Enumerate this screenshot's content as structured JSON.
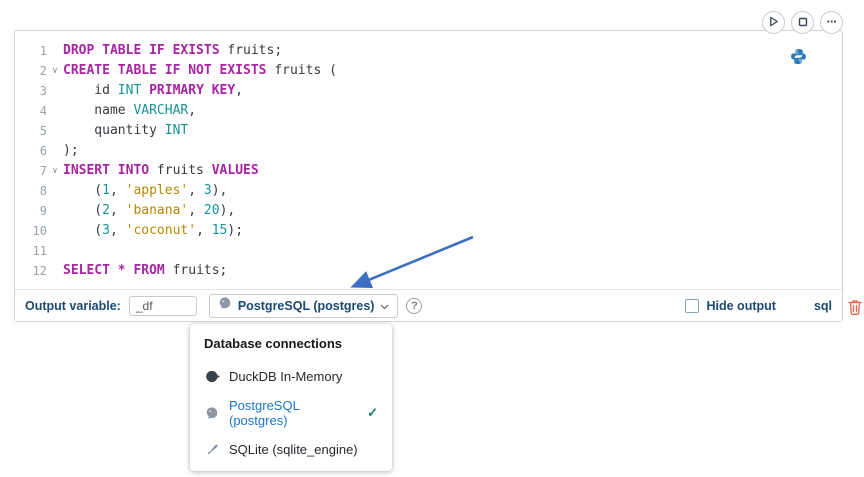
{
  "cell_toolbar": {
    "more_icon": "···"
  },
  "code": {
    "fold_icon": "∨",
    "lines": [
      {
        "no": 1,
        "fold": false,
        "segments": [
          {
            "c": "kw",
            "t": "DROP TABLE IF EXISTS"
          },
          {
            "c": "pl",
            "t": " fruits;"
          }
        ]
      },
      {
        "no": 2,
        "fold": true,
        "segments": [
          {
            "c": "kw",
            "t": "CREATE TABLE IF NOT EXISTS"
          },
          {
            "c": "pl",
            "t": " fruits ("
          }
        ]
      },
      {
        "no": 3,
        "fold": false,
        "segments": [
          {
            "c": "pl",
            "t": "    id "
          },
          {
            "c": "ty",
            "t": "INT"
          },
          {
            "c": "pl",
            "t": " "
          },
          {
            "c": "kw",
            "t": "PRIMARY KEY"
          },
          {
            "c": "pl",
            "t": ","
          }
        ]
      },
      {
        "no": 4,
        "fold": false,
        "segments": [
          {
            "c": "pl",
            "t": "    name "
          },
          {
            "c": "ty",
            "t": "VARCHAR"
          },
          {
            "c": "pl",
            "t": ","
          }
        ]
      },
      {
        "no": 5,
        "fold": false,
        "segments": [
          {
            "c": "pl",
            "t": "    quantity "
          },
          {
            "c": "ty",
            "t": "INT"
          }
        ]
      },
      {
        "no": 6,
        "fold": false,
        "segments": [
          {
            "c": "pl",
            "t": ");"
          }
        ]
      },
      {
        "no": 7,
        "fold": true,
        "segments": [
          {
            "c": "kw",
            "t": "INSERT INTO"
          },
          {
            "c": "pl",
            "t": " fruits "
          },
          {
            "c": "kw",
            "t": "VALUES"
          }
        ]
      },
      {
        "no": 8,
        "fold": false,
        "segments": [
          {
            "c": "pl",
            "t": "    ("
          },
          {
            "c": "nu",
            "t": "1"
          },
          {
            "c": "pl",
            "t": ", "
          },
          {
            "c": "st",
            "t": "'apples'"
          },
          {
            "c": "pl",
            "t": ", "
          },
          {
            "c": "nu",
            "t": "3"
          },
          {
            "c": "pl",
            "t": "),"
          }
        ]
      },
      {
        "no": 9,
        "fold": false,
        "segments": [
          {
            "c": "pl",
            "t": "    ("
          },
          {
            "c": "nu",
            "t": "2"
          },
          {
            "c": "pl",
            "t": ", "
          },
          {
            "c": "st",
            "t": "'banana'"
          },
          {
            "c": "pl",
            "t": ", "
          },
          {
            "c": "nu",
            "t": "20"
          },
          {
            "c": "pl",
            "t": "),"
          }
        ]
      },
      {
        "no": 10,
        "fold": false,
        "segments": [
          {
            "c": "pl",
            "t": "    ("
          },
          {
            "c": "nu",
            "t": "3"
          },
          {
            "c": "pl",
            "t": ", "
          },
          {
            "c": "st",
            "t": "'coconut'"
          },
          {
            "c": "pl",
            "t": ", "
          },
          {
            "c": "nu",
            "t": "15"
          },
          {
            "c": "pl",
            "t": ");"
          }
        ]
      },
      {
        "no": 11,
        "fold": false,
        "segments": []
      },
      {
        "no": 12,
        "fold": false,
        "segments": [
          {
            "c": "kw",
            "t": "SELECT"
          },
          {
            "c": "pl",
            "t": " "
          },
          {
            "c": "op",
            "t": "*"
          },
          {
            "c": "pl",
            "t": " "
          },
          {
            "c": "kw",
            "t": "FROM"
          },
          {
            "c": "pl",
            "t": " fruits;"
          }
        ]
      }
    ]
  },
  "footer": {
    "output_variable_label": "Output variable:",
    "output_variable_value": "_df",
    "connection_label": "PostgreSQL (postgres)",
    "help_icon": "?",
    "hide_output_label": "Hide output",
    "language_label": "sql"
  },
  "menu": {
    "title": "Database connections",
    "items": [
      {
        "label": "DuckDB In-Memory"
      },
      {
        "label": "PostgreSQL (postgres)"
      },
      {
        "label": "SQLite (sqlite_engine)"
      }
    ],
    "checkmark_icon": "✓"
  },
  "colors": {
    "keyword": "#a626a4",
    "type": "#179299",
    "string": "#b58900",
    "number": "#179299",
    "accent_blue": "#1976d2",
    "label_navy": "#1a4971",
    "trash": "#e8604c",
    "arrow": "#3b6fc4"
  }
}
